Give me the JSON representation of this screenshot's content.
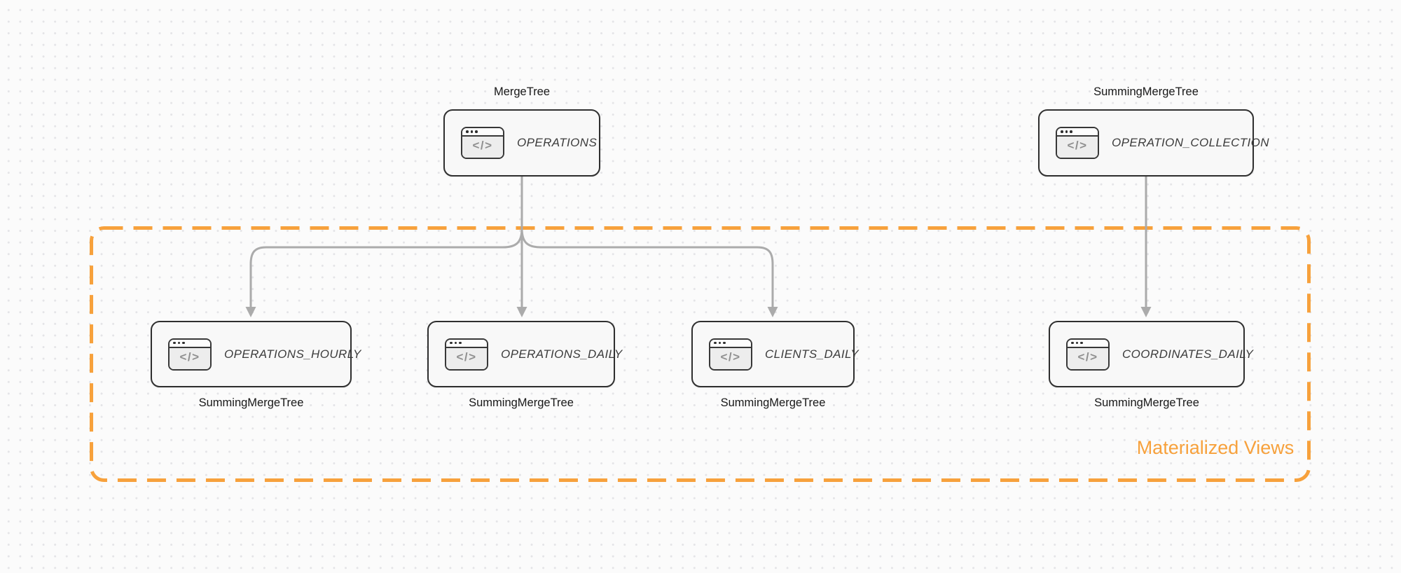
{
  "diagram": {
    "kind": "database-architecture-diagram",
    "nodes": {
      "operations": {
        "title": "OPERATIONS",
        "engine": "MergeTree"
      },
      "operation_collection": {
        "title": "OPERATION_COLLECTION",
        "engine": "SummingMergeTree"
      },
      "operations_hourly": {
        "title": "OPERATIONS_HOURLY",
        "engine": "SummingMergeTree"
      },
      "operations_daily": {
        "title": "OPERATIONS_DAILY",
        "engine": "SummingMergeTree"
      },
      "clients_daily": {
        "title": "CLIENTS_DAILY",
        "engine": "SummingMergeTree"
      },
      "coordinates_daily": {
        "title": "COORDINATES_DAILY",
        "engine": "SummingMergeTree"
      }
    },
    "edges": [
      {
        "from": "OPERATIONS",
        "to": "OPERATIONS_HOURLY"
      },
      {
        "from": "OPERATIONS",
        "to": "OPERATIONS_DAILY"
      },
      {
        "from": "OPERATIONS",
        "to": "CLIENTS_DAILY"
      },
      {
        "from": "OPERATION_COLLECTION",
        "to": "COORDINATES_DAILY"
      }
    ],
    "group": {
      "label": "Materialized Views",
      "contains": [
        "OPERATIONS_HOURLY",
        "OPERATIONS_DAILY",
        "CLIENTS_DAILY",
        "COORDINATES_DAILY"
      ]
    },
    "icon": {
      "name": "code-window-icon",
      "glyph": "</>"
    }
  },
  "colors": {
    "background": "#fbfbfb",
    "dot_grid": "#e4e4e7",
    "accent_orange": "#f7a13c",
    "node_fill": "#f8f8f8",
    "node_border": "#2f2f2f",
    "node_text": "#3c3c3c",
    "engine_text": "#181818",
    "arrow": "#ababab",
    "icon_glyph": "#8f8f8f"
  }
}
